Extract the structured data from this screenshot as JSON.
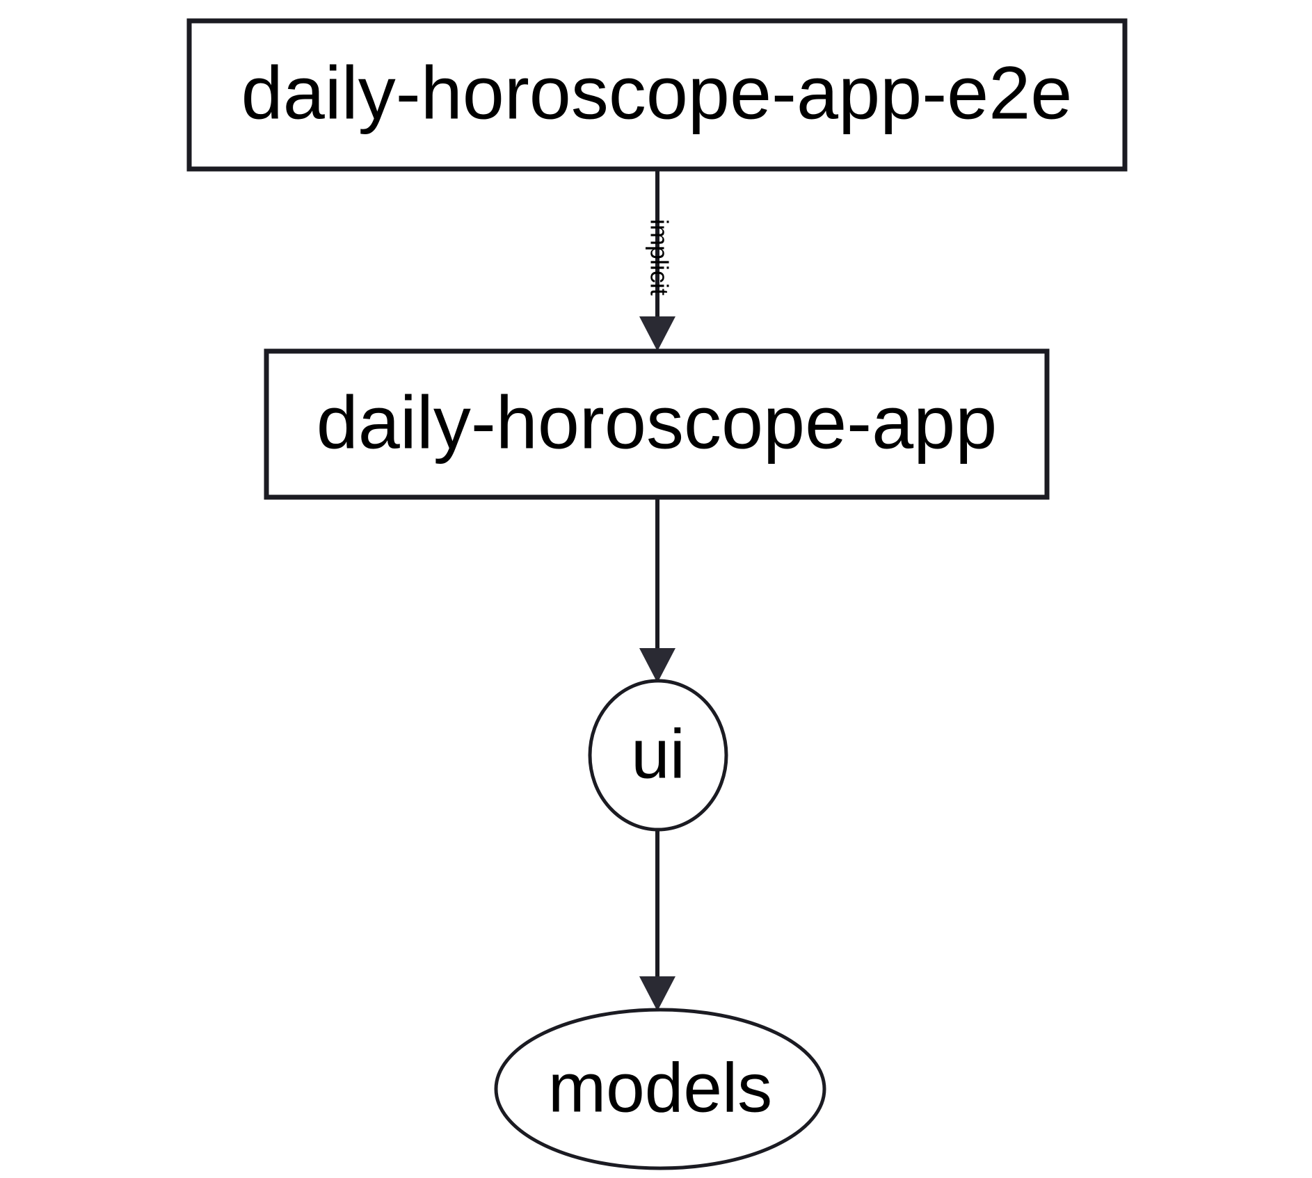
{
  "diagram": {
    "type": "dependency-graph",
    "orientation": "top-to-bottom",
    "background_color": "#ffffff",
    "stroke_color": "#1b1b22",
    "text_color": "#000000",
    "nodes": [
      {
        "id": "daily-horoscope-app-e2e",
        "label": "daily-horoscope-app-e2e",
        "shape": "rectangle"
      },
      {
        "id": "daily-horoscope-app",
        "label": "daily-horoscope-app",
        "shape": "rectangle"
      },
      {
        "id": "ui",
        "label": "ui",
        "shape": "circle"
      },
      {
        "id": "models",
        "label": "models",
        "shape": "ellipse"
      }
    ],
    "edges": [
      {
        "from": "daily-horoscope-app-e2e",
        "to": "daily-horoscope-app",
        "label": "implicit",
        "label_rotation": "vertical",
        "arrowhead": "filled-triangle"
      },
      {
        "from": "daily-horoscope-app",
        "to": "ui",
        "label": "",
        "arrowhead": "filled-triangle"
      },
      {
        "from": "ui",
        "to": "models",
        "label": "",
        "arrowhead": "filled-triangle"
      }
    ]
  }
}
